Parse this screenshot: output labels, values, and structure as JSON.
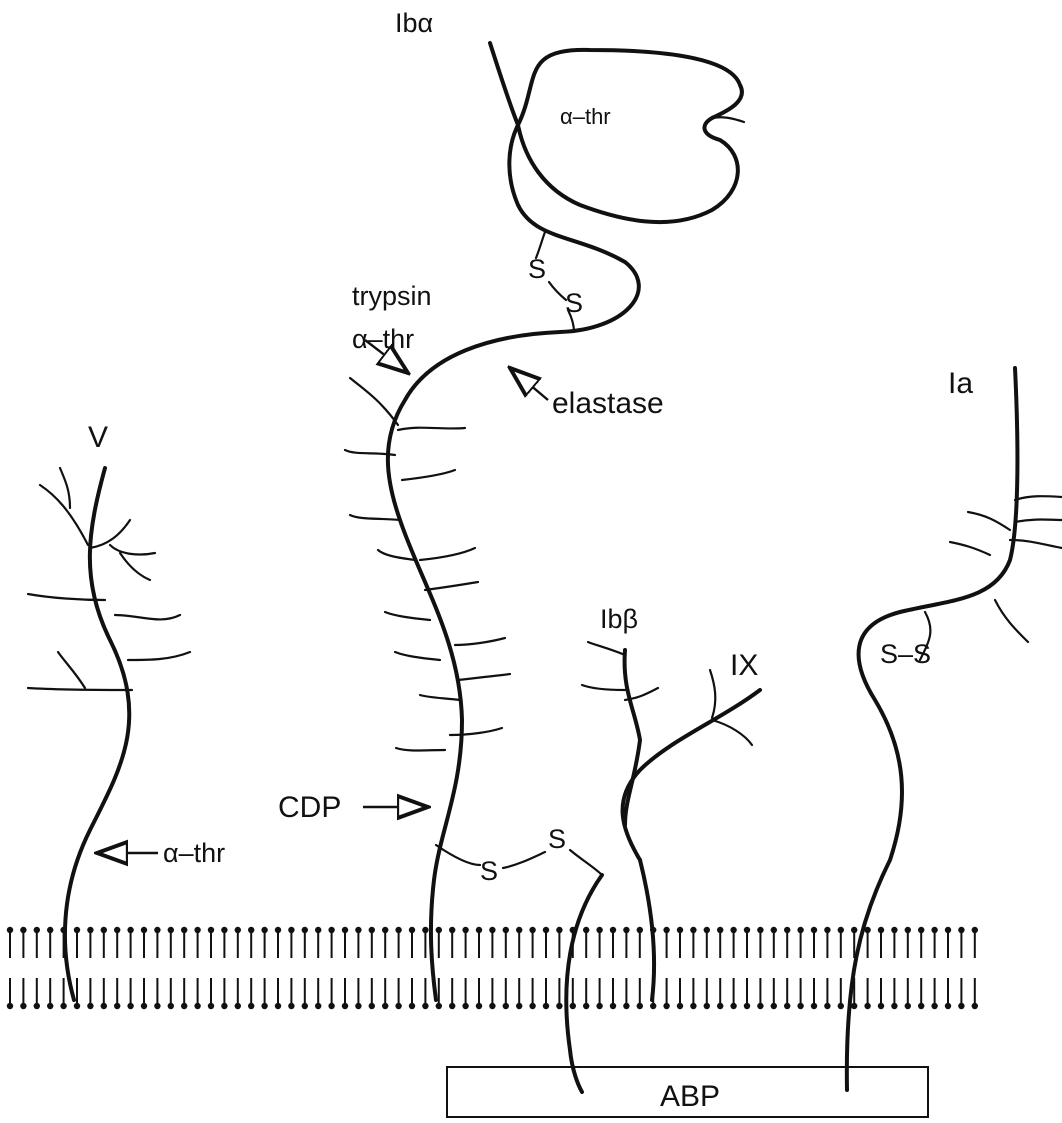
{
  "labels": {
    "ib_alpha": "Ibα",
    "alpha_thr_top": "α–thr",
    "disulfide_s1": "S",
    "disulfide_s2": "S",
    "trypsin": "trypsin",
    "alpha_thr_left": "α–thr",
    "elastase": "elastase",
    "v": "V",
    "ia": "Ia",
    "ib_beta": "Ibβ",
    "ix": "IX",
    "ss_right": "S–S",
    "cdp": "CDP",
    "alpha_thr_bottom": "α–thr",
    "s_mid_1": "S",
    "s_mid_2": "S",
    "abp": "ABP"
  },
  "colors": {
    "ink": "#111111",
    "background": "#ffffff"
  }
}
